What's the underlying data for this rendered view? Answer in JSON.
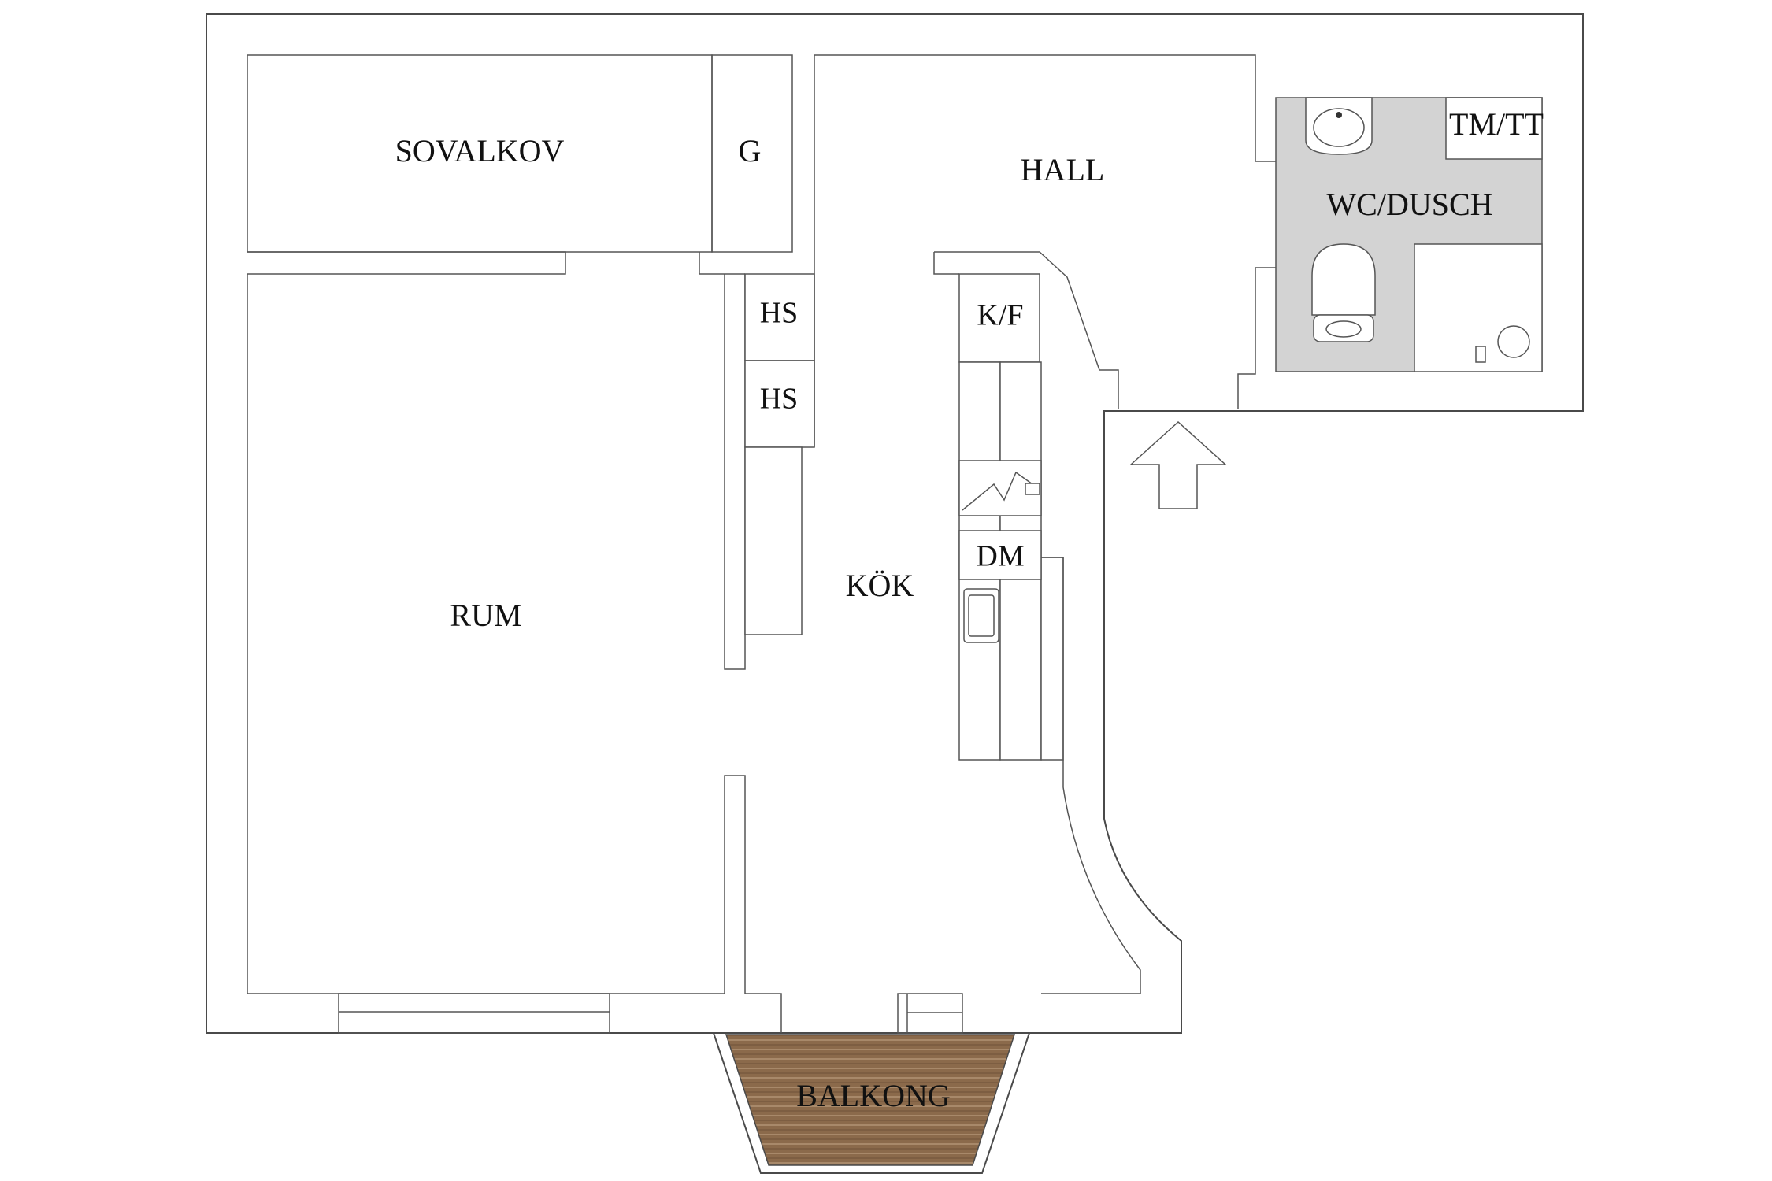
{
  "rooms": {
    "sovalkov": "SOVALKOV",
    "g": "G",
    "hall": "HALL",
    "tm_tt": "TM/TT",
    "wc_dusch": "WC/DUSCH",
    "hs_1": "HS",
    "hs_2": "HS",
    "kf": "K/F",
    "dm": "DM",
    "kok": "KÖK",
    "rum": "RUM",
    "balkong": "BALKONG"
  },
  "colors": {
    "wall_stroke": "#4a4a4a",
    "bathroom_fill": "#d3d3d3",
    "balcony_fill": "#8b6a4b",
    "balcony_slat": "#a8896a"
  },
  "icons": {
    "entrance": "entrance-arrow-icon",
    "sink": "sink-icon",
    "toilet": "toilet-icon",
    "shower": "shower-icon",
    "stove": "stove-icon",
    "kitchen_sink": "kitchen-sink-icon"
  }
}
